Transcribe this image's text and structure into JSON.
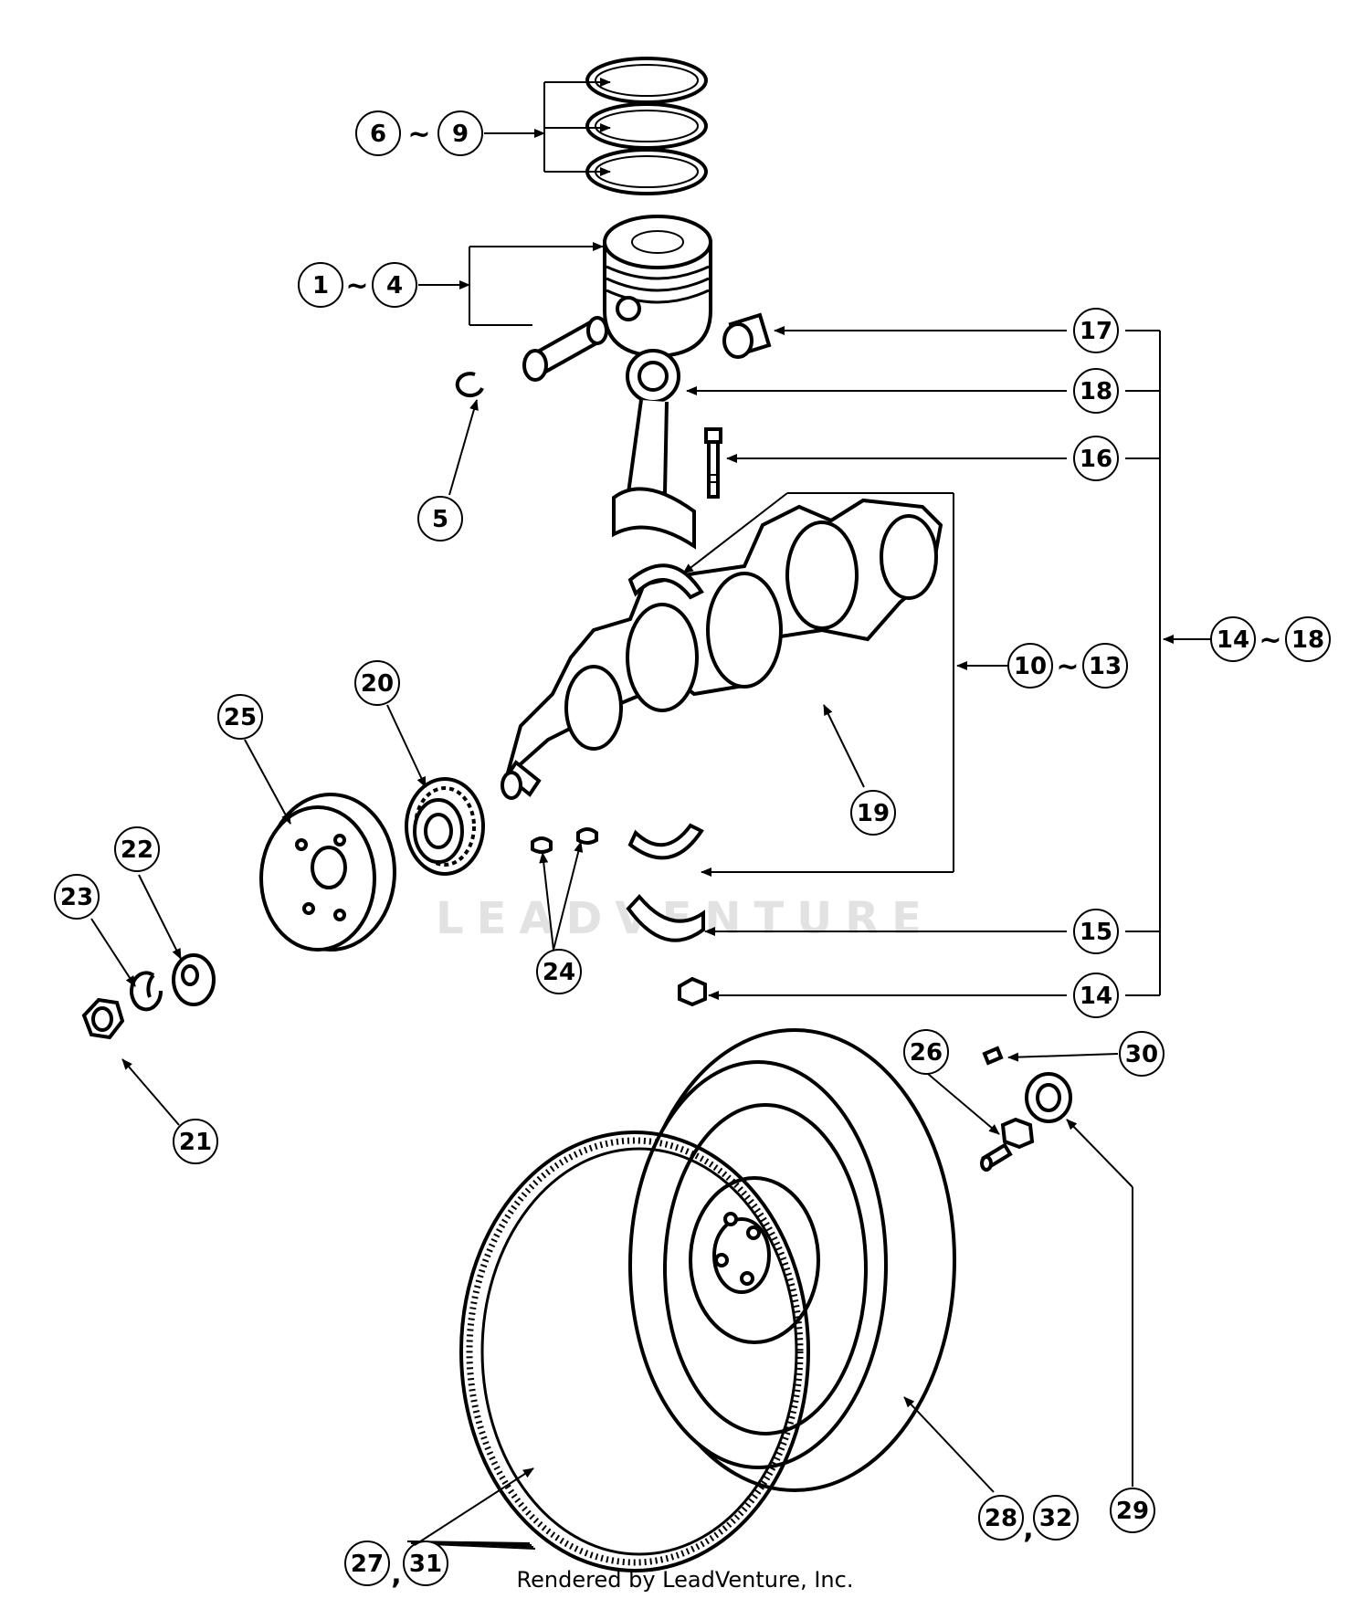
{
  "labels": {
    "c1": "1",
    "c4": "4",
    "c5": "5",
    "c6": "6",
    "c9": "9",
    "c10": "10",
    "c13": "13",
    "c14": "14",
    "c14b": "14",
    "c15": "15",
    "c16": "16",
    "c17": "17",
    "c18": "18",
    "c18b": "18",
    "c19": "19",
    "c20": "20",
    "c21": "21",
    "c22": "22",
    "c23": "23",
    "c24": "24",
    "c25": "25",
    "c26": "26",
    "c27": "27",
    "c28": "28",
    "c29": "29",
    "c30": "30",
    "c31": "31",
    "c32": "32"
  },
  "range_separator": "~",
  "pair_separator": ",",
  "watermark": "LEADVENTURE",
  "footer": "Rendered by LeadVenture, Inc.",
  "colors": {
    "ink": "#000000",
    "watermark": "#e2e2e2"
  }
}
